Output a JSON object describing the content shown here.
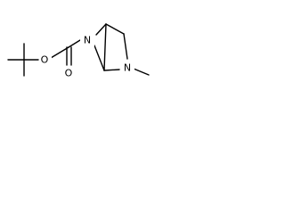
{
  "molecule": {
    "atoms": {
      "o_ether": "O",
      "o_carbonyl": "O",
      "n_carbamate": "N",
      "n_methyl": "N"
    }
  }
}
